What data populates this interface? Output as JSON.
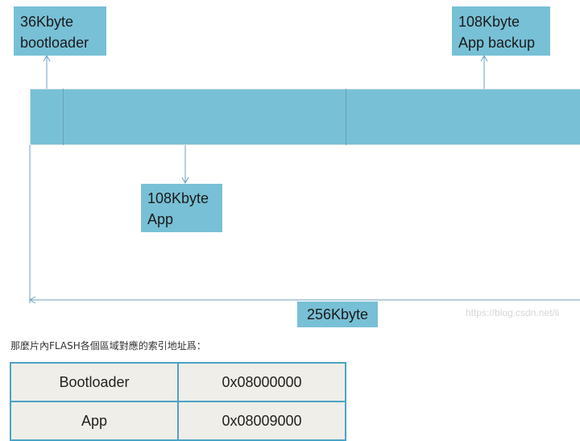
{
  "diagram": {
    "bootloader_box": "36Kbyte\nbootloader",
    "backup_box": "108Kbyte\nApp backup",
    "app_box": "108Kbyte\nApp",
    "total_box": "256Kbyte",
    "watermark": "https://blog.csdn.net/li"
  },
  "caption": "那麼片內FLASH各個區域對應的索引地址爲：",
  "address_table": {
    "rows": [
      {
        "region": "Bootloader",
        "address": "0x08000000"
      },
      {
        "region": "App",
        "address": "0x08009000"
      }
    ]
  },
  "colors": {
    "box_fill": "#78c0d6",
    "table_border": "#4aa3c6",
    "table_fill": "#efeee8"
  }
}
